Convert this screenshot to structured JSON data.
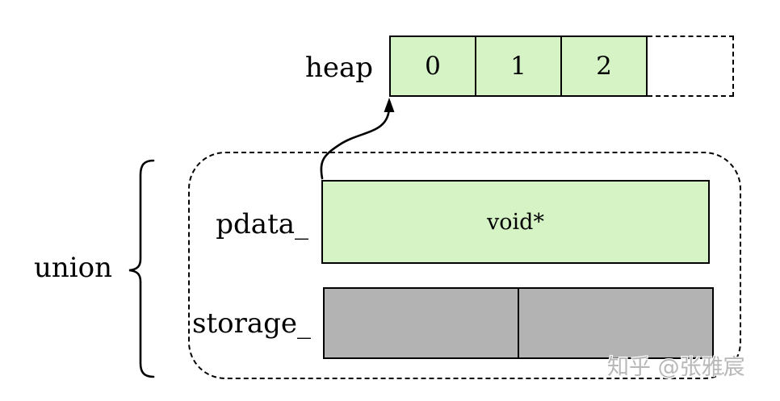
{
  "heap": {
    "label": "heap",
    "cells": [
      "0",
      "1",
      "2"
    ],
    "unallocated_cell": ""
  },
  "union": {
    "label": "union",
    "members": {
      "pdata": {
        "label": "pdata_",
        "value": "void*"
      },
      "storage": {
        "label": "storage_",
        "value": "",
        "segments": 2
      }
    }
  },
  "annotations": {
    "watermark": "知乎 @张雅宸"
  },
  "icons": {
    "pointer_arrow": "curved-arrow-up-icon",
    "union_brace": "left-curly-brace-icon"
  },
  "colors": {
    "heap_cell_green": "#d5f3c4",
    "storage_gray": "#b3b3b3",
    "line_black": "#000000",
    "watermark_gray": "#b8b8b8"
  }
}
